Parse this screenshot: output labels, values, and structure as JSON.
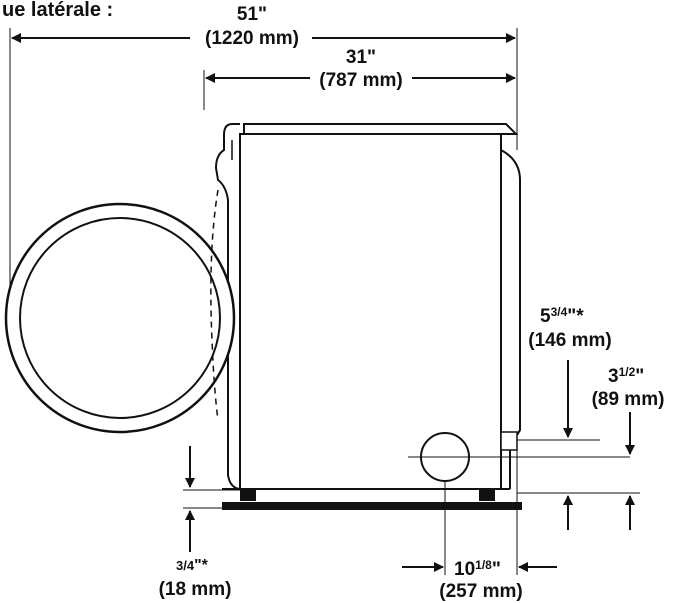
{
  "title": "ue latérale :",
  "dimensions": {
    "overall_depth": {
      "imperial": "51\"",
      "metric": "(1220 mm)"
    },
    "cabinet_depth": {
      "imperial": "31\"",
      "metric": "(787 mm)"
    },
    "vent_height_upper": {
      "imperial_whole": "5",
      "imperial_frac": "3/4",
      "imperial_suffix": "\"*",
      "metric": "(146 mm)"
    },
    "vent_height_lower": {
      "imperial_whole": "3",
      "imperial_frac": "1/2",
      "imperial_suffix": "\"",
      "metric": "(89 mm)"
    },
    "pedestal_gap": {
      "imperial_frac": "3/4",
      "imperial_suffix": "\"*",
      "metric": "(18 mm)"
    },
    "vent_offset": {
      "imperial_whole": "10",
      "imperial_frac": "1/8",
      "imperial_suffix": "\"",
      "metric": "(257 mm)"
    }
  },
  "colors": {
    "line": "#111111",
    "background": "#ffffff"
  }
}
